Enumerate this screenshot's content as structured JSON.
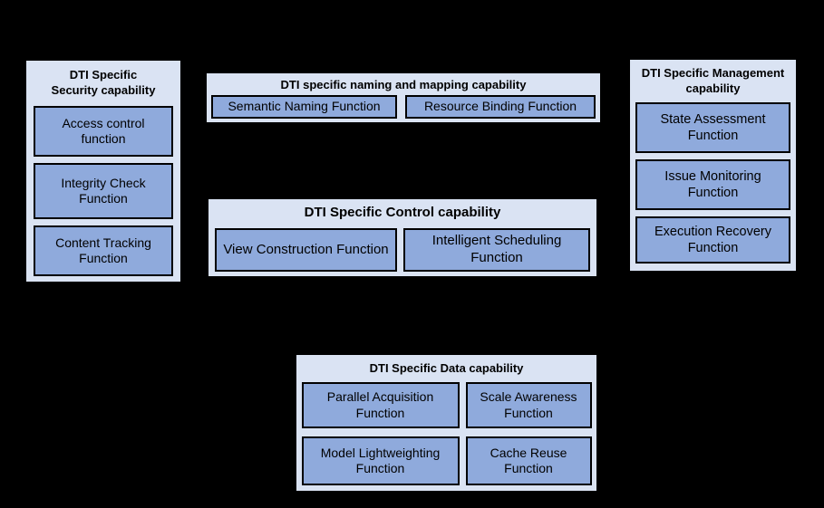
{
  "canvas": {
    "background_color": "#000000"
  },
  "colors": {
    "group_fill": "#dae3f3",
    "function_fill": "#8faadc",
    "border": "#000000",
    "text": "#000000"
  },
  "groups": [
    {
      "id": "security",
      "title": "DTI Specific Security capability",
      "title_lines": [
        "DTI Specific",
        "Security capability"
      ],
      "functions": [
        "Access control function",
        "Integrity Check Function",
        "Content Tracking Function"
      ]
    },
    {
      "id": "naming-mapping",
      "title": "DTI specific naming and mapping capability",
      "title_lines": [
        "DTI specific naming and mapping capability"
      ],
      "functions": [
        "Semantic Naming Function",
        "Resource Binding Function"
      ]
    },
    {
      "id": "management",
      "title": "DTI Specific Management capability",
      "title_lines": [
        "DTI Specific Management",
        "capability"
      ],
      "functions": [
        "State Assessment Function",
        "Issue Monitoring Function",
        "Execution Recovery Function"
      ]
    },
    {
      "id": "control",
      "title": "DTI Specific Control capability",
      "title_lines": [
        "DTI Specific Control capability"
      ],
      "functions": [
        "View Construction Function",
        "Intelligent Scheduling Function"
      ]
    },
    {
      "id": "data",
      "title": "DTI Specific Data capability",
      "title_lines": [
        "DTI Specific Data capability"
      ],
      "functions": [
        "Parallel Acquisition Function",
        "Scale Awareness Function",
        "Model Lightweighting Function",
        "Cache Reuse Function"
      ]
    }
  ]
}
